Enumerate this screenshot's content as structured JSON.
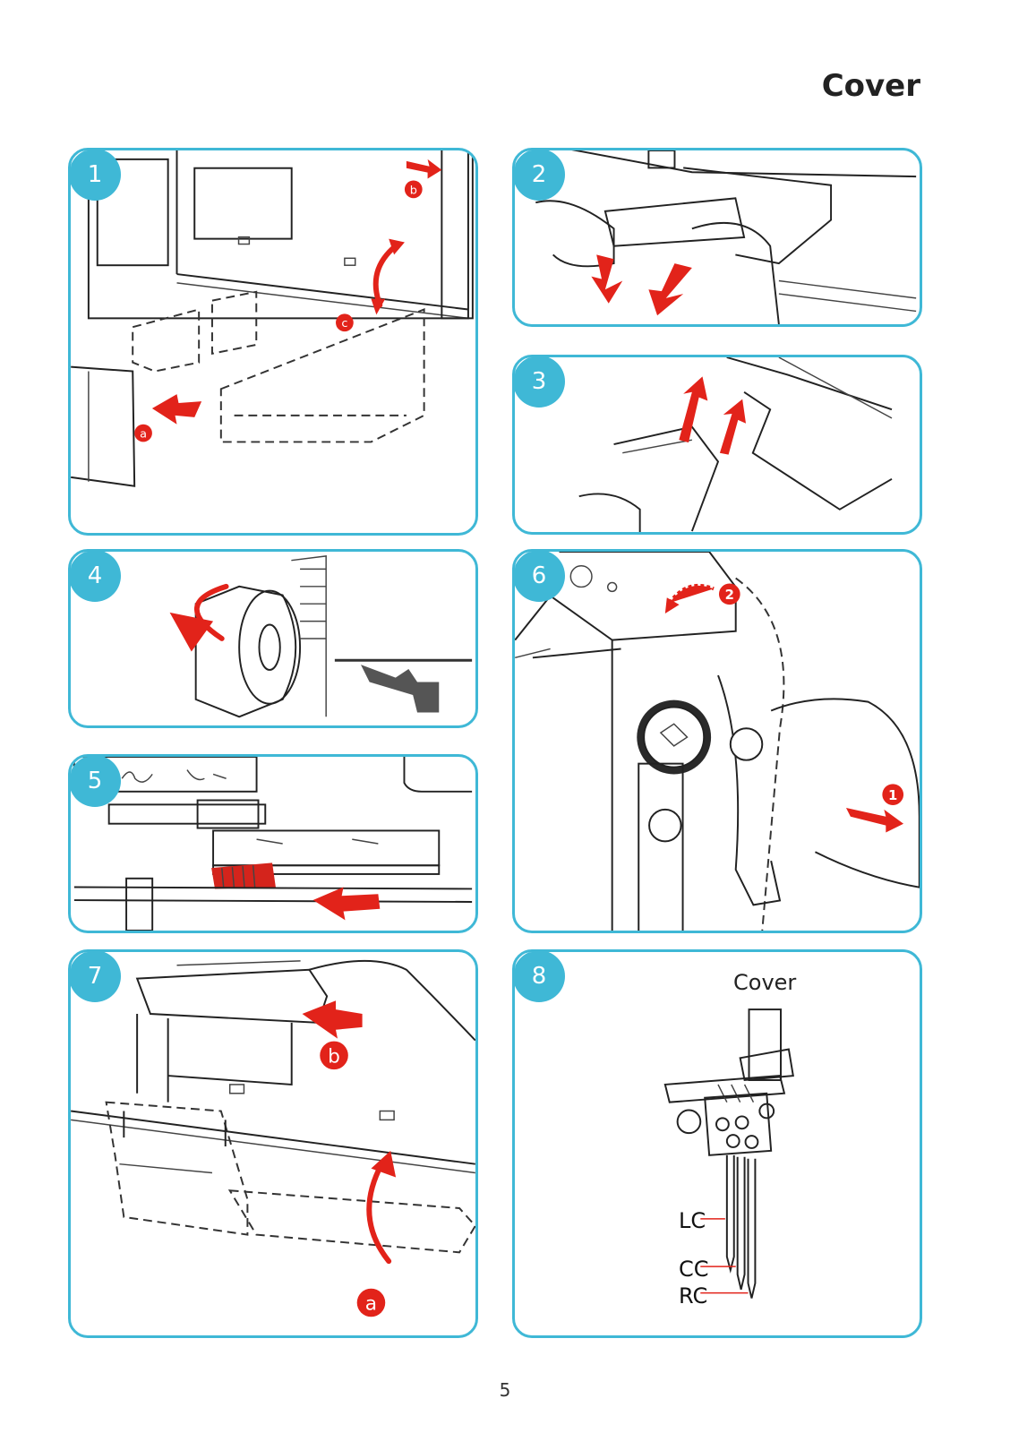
{
  "page": {
    "title": "Cover",
    "page_number": "5"
  },
  "colors": {
    "accent": "#3fb8d6",
    "arrow": "#e2231a",
    "line": "#222222"
  },
  "steps": [
    {
      "number": "1",
      "markers": [
        "a",
        "b",
        "c"
      ]
    },
    {
      "number": "2"
    },
    {
      "number": "3"
    },
    {
      "number": "4"
    },
    {
      "number": "5"
    },
    {
      "number": "6",
      "markers": [
        "1",
        "2"
      ]
    },
    {
      "number": "7",
      "markers": [
        "a",
        "b"
      ]
    },
    {
      "number": "8",
      "caption": "Cover",
      "needle_labels": [
        "LC",
        "CC",
        "RC"
      ]
    }
  ]
}
